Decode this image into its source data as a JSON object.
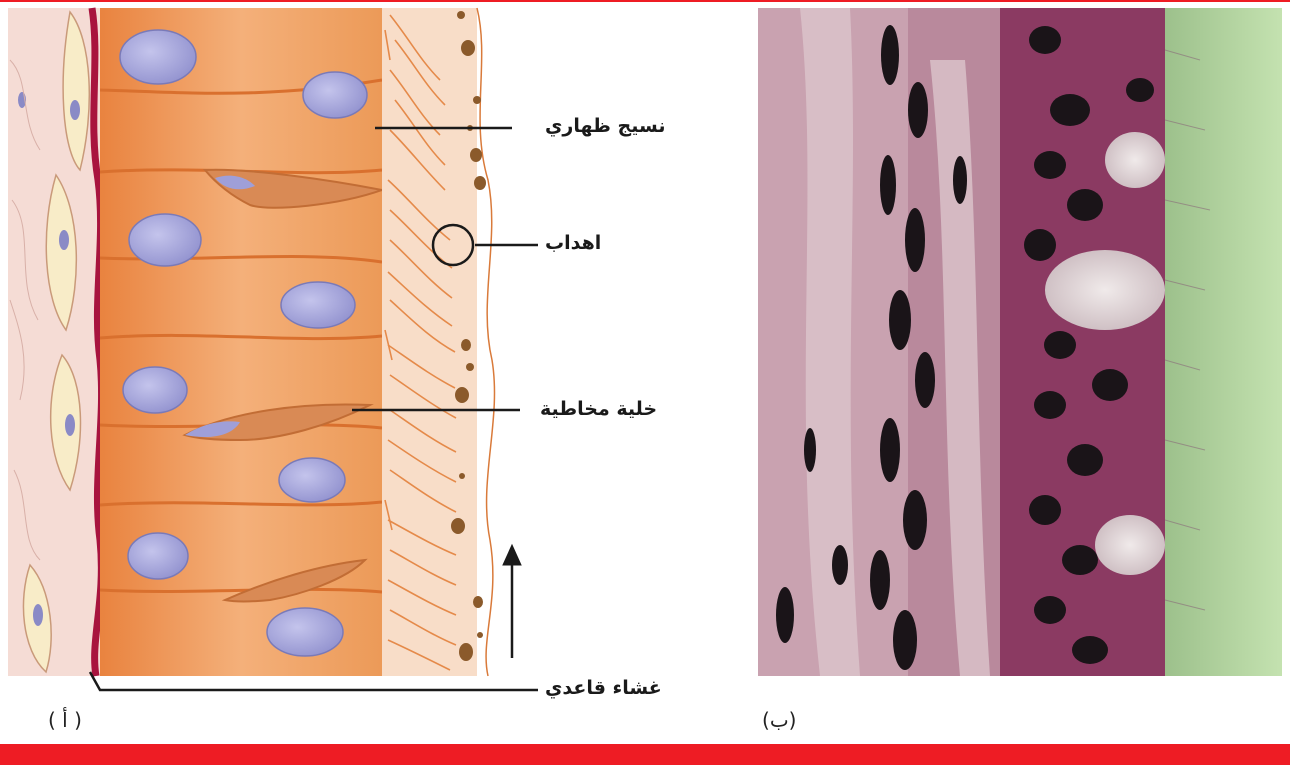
{
  "figure": {
    "labels": {
      "epithelium": "نسيج ظهاري",
      "cilia": "اهداب",
      "mucous_cell": "خلية مخاطية",
      "basement_membrane": "غشاء قاعدي"
    },
    "captions": {
      "a": "( أ )",
      "b": "(ب)"
    }
  },
  "colors": {
    "accent": "#ee1c24",
    "cell_orange": "#f0a868",
    "nucleus": "#a9a9dc",
    "membrane": "#b0184a",
    "photo_bg": "#b57a92",
    "lumen": "#b8d8a2"
  }
}
